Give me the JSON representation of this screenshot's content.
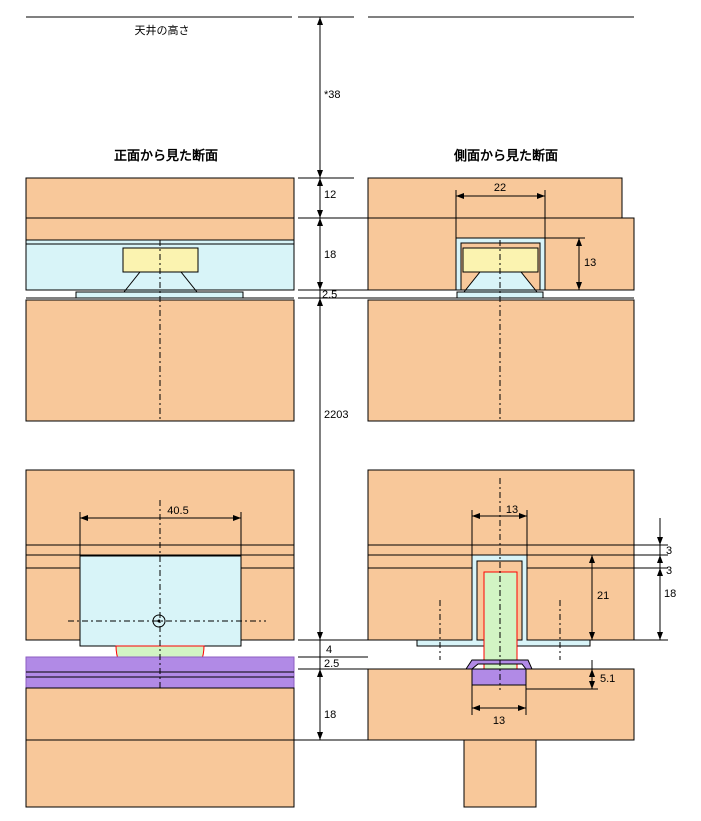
{
  "labels": {
    "ceiling_height": "天井の高さ",
    "front_section": "正面から見た断面",
    "side_section": "側面から見た断面"
  },
  "dimensions": {
    "d_38": "*38",
    "d_12": "12",
    "d_18_top": "18",
    "d_2_5_top": "2.5",
    "d_2203": "2203",
    "d_4": "4",
    "d_2_5_bottom": "2.5",
    "d_18_bottom": "18",
    "d_22": "22",
    "d_13_top": "13",
    "d_40_5": "40.5",
    "d_13_mid": "13",
    "d_3_a": "3",
    "d_3_b": "3",
    "d_21": "21",
    "d_18_right": "18",
    "d_5_1": "5.1",
    "d_13_bottom": "13"
  },
  "colors": {
    "wood": "#f8c89a",
    "channel": "#d8f4f8",
    "block": "#fbf3b0",
    "wheel": "#d2f4c4",
    "rail": "#b18ae6",
    "rail_dark": "#8d5ec2",
    "wall": "#ffffff",
    "line": "#000000",
    "red": "#ff0000"
  }
}
